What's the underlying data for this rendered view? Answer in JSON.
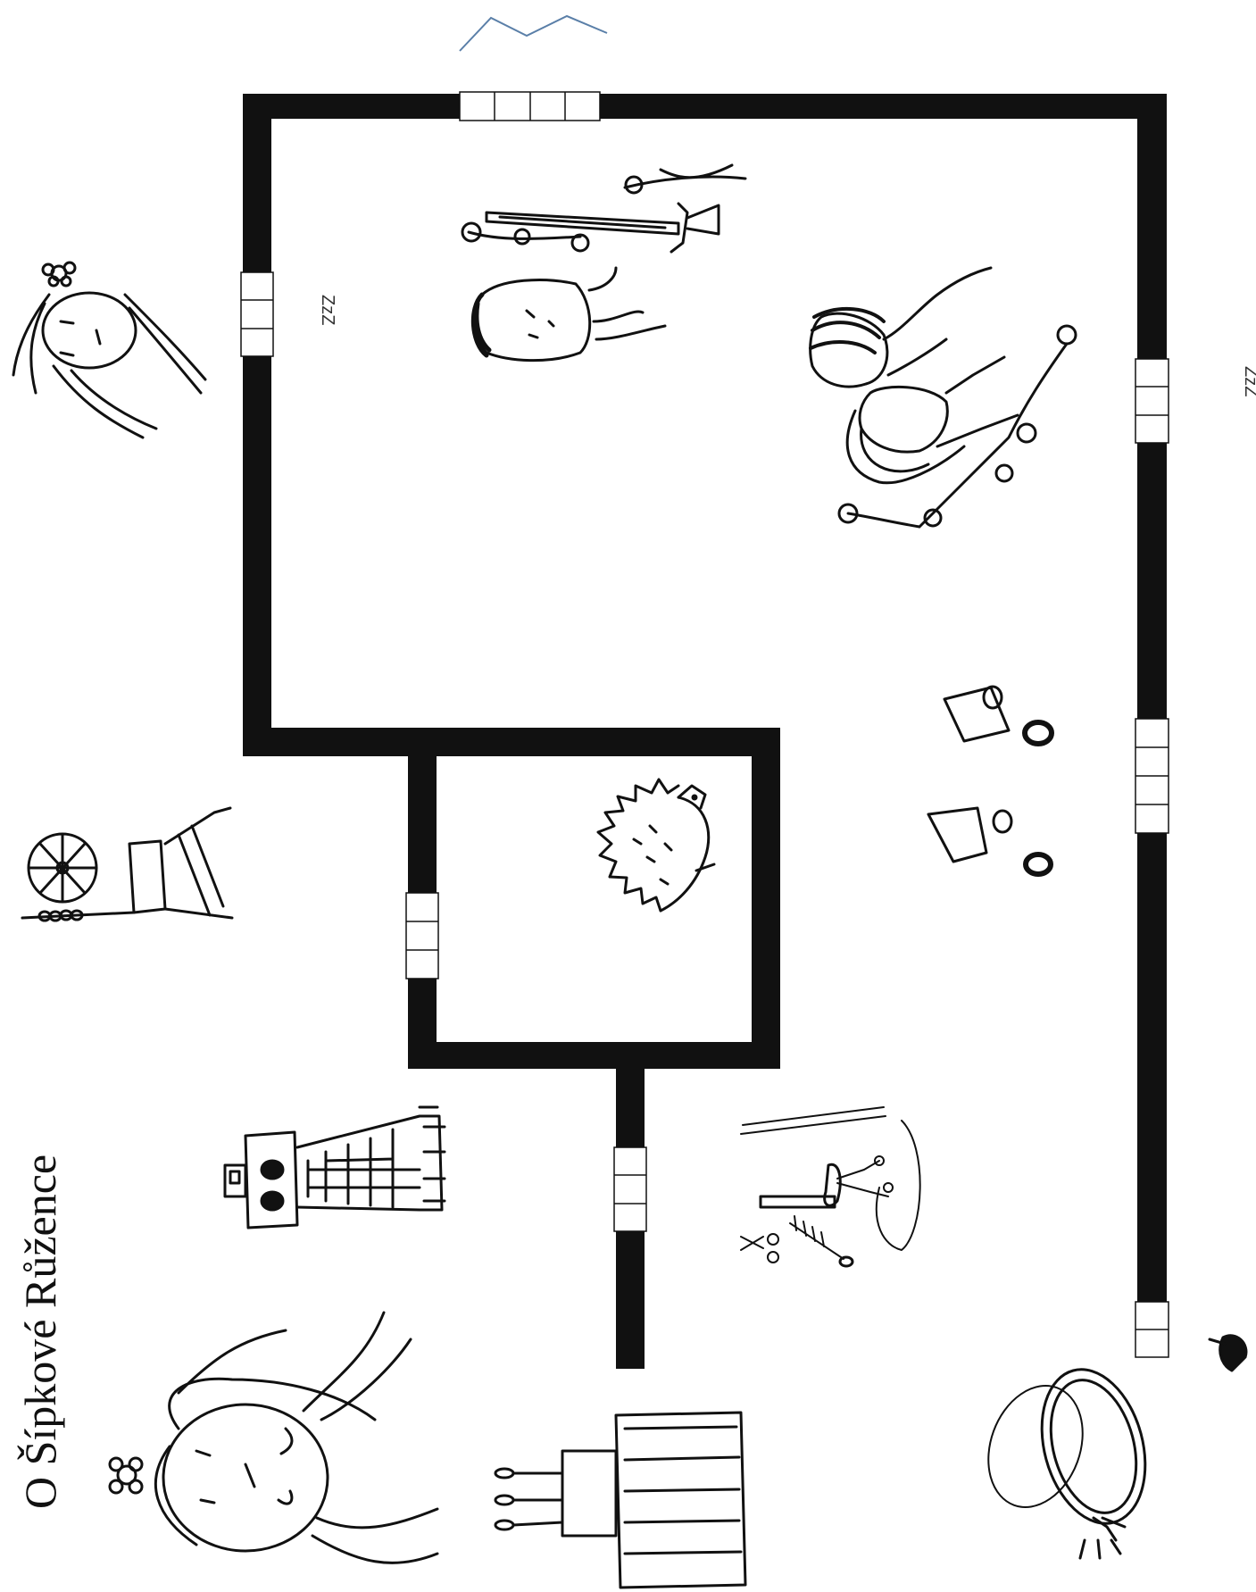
{
  "title": "O Šípkové Růžence",
  "sleep_marks": [
    "ZzZ",
    "ZzZ"
  ],
  "colors": {
    "wall": "#111111",
    "window": "#ffffff",
    "arrow": "#5a7fa8",
    "background": "#ffffff"
  },
  "icons": [
    "compass-arrow-icon",
    "sleeping-princess-head-icon",
    "spinning-wheel-icon",
    "castle-tower-icon",
    "princess-head-icon",
    "birthday-cake-icon",
    "sword-with-roses-icon",
    "sleeping-guard-icon",
    "prince-kissing-princess-icon",
    "hedgehog-icon",
    "rose-vine-icon",
    "fairy-gift-scroll-icon",
    "toiletries-icon",
    "wedding-rings-icon",
    "bell-icon"
  ]
}
